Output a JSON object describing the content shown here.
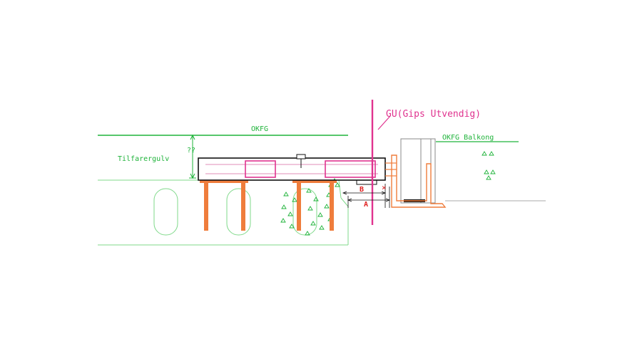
{
  "labels": {
    "okfg": "OKFG",
    "okfg_balkong": "OKFG Balkong",
    "tilfarergulv": "Tilfarergulv",
    "gu": "GU(Gips Utvendig)",
    "question": "??",
    "dim_a": "A",
    "dim_b": "B",
    "cross": "×"
  },
  "colors": {
    "green": "#1fb33a",
    "light_green": "#7fd98a",
    "orange": "#ef7d3c",
    "magenta": "#e0338f",
    "pink": "#d9669f",
    "black": "#111111",
    "red": "#e02020",
    "gray": "#888888"
  }
}
